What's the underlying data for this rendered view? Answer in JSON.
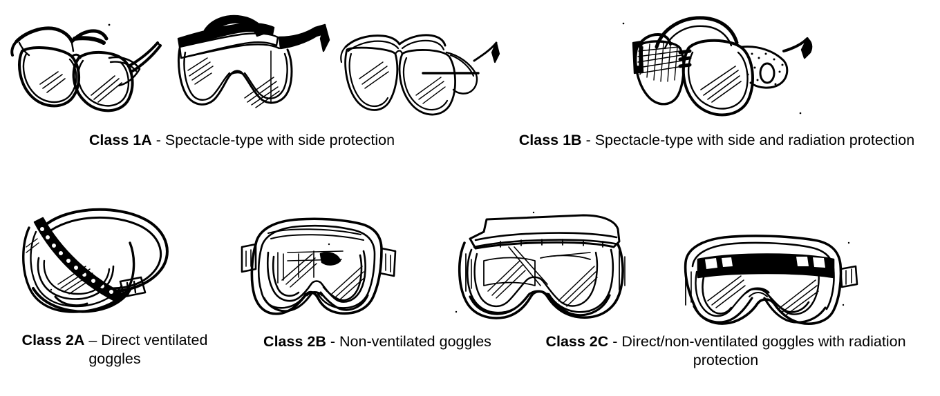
{
  "figure": {
    "title": "Eye protection classes illustration",
    "background_color": "#ffffff",
    "ink_color": "#000000"
  },
  "rows": [
    {
      "id": "row-1",
      "illustrations": [
        {
          "id": "illus-1a-1",
          "name": "spectacles-side-shield-front-left",
          "alt": "Safety spectacles with mesh side shield, three-quarter view"
        },
        {
          "id": "illus-1a-2",
          "name": "spectacles-overspec-clear",
          "alt": "Clear over-spectacle type safety glasses with brow bar and side protection"
        },
        {
          "id": "illus-1a-3",
          "name": "spectacles-side-shield-outline",
          "alt": "Outline drawing of spectacle-type eye protector with side shields"
        },
        {
          "id": "illus-1b",
          "name": "spectacles-radiation-side-shield",
          "alt": "Spectacle-type eye protector with side and radiation protection"
        }
      ],
      "captions": [
        {
          "id": "cap-1a",
          "class_label": "Class 1A",
          "separator": " - ",
          "description": "Spectacle-type with side protection"
        },
        {
          "id": "cap-1b",
          "class_label": "Class 1B",
          "separator": " - ",
          "description": "Spectacle-type with side and radiation protection"
        }
      ]
    },
    {
      "id": "row-2",
      "illustrations": [
        {
          "id": "illus-2a",
          "name": "goggles-direct-vented-with-strap",
          "alt": "Direct ventilated goggles with perforated vent band and head strap"
        },
        {
          "id": "illus-2b",
          "name": "goggles-non-vented-front",
          "alt": "Non-ventilated goggles, front view with side buckles"
        },
        {
          "id": "illus-2c",
          "name": "goggles-direct-non-vented",
          "alt": "Direct/non-ventilated goggles with top vent hood"
        },
        {
          "id": "illus-2cr",
          "name": "goggles-radiation-tinted-band",
          "alt": "Goggles with dark radiation protection band across upper lens"
        }
      ],
      "captions": [
        {
          "id": "cap-2a",
          "class_label": "Class 2A",
          "separator": " – ",
          "description": "Direct ventilated goggles"
        },
        {
          "id": "cap-2b",
          "class_label": "Class 2B",
          "separator": " - ",
          "description": "Non-ventilated goggles"
        },
        {
          "id": "cap-2c",
          "class_label": "Class 2C",
          "separator": " - ",
          "description": "Direct/non-ventilated goggles with radiation protection"
        }
      ]
    }
  ],
  "captions": {
    "c1a": {
      "class_label": "Class 1A",
      "separator": " - ",
      "description": "Spectacle-type with side protection"
    },
    "c1b": {
      "class_label": "Class 1B",
      "separator": " - ",
      "description": "Spectacle-type with side and radiation protection"
    },
    "c2a": {
      "class_label": "Class 2A",
      "separator": " – ",
      "description": "Direct ventilated goggles"
    },
    "c2b": {
      "class_label": "Class 2B",
      "separator": " - ",
      "description": "Non-ventilated goggles"
    },
    "c2c": {
      "class_label": "Class 2C",
      "separator": " - ",
      "description": "Direct/non-ventilated goggles with radiation protection"
    }
  }
}
